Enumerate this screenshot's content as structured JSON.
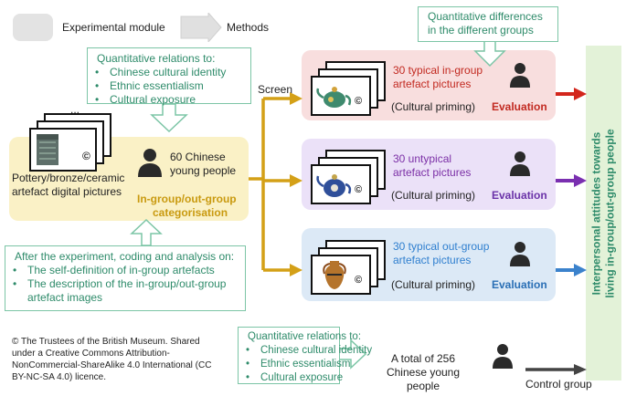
{
  "legend": {
    "module_label": "Experimental module",
    "methods_label": "Methods"
  },
  "top_box": {
    "title": "Quantitative relations to:",
    "items": [
      "Chinese cultural identity",
      "Ethnic essentialism",
      "Cultural exposure"
    ]
  },
  "diff_box": {
    "line1": "Quantitative differences",
    "line2": "in the different groups"
  },
  "left_module": {
    "ellipsis": "...",
    "pictures_label": [
      "Pottery/bronze/ceramic",
      "artefact digital pictures"
    ],
    "participants": [
      "60 Chinese",
      "young people"
    ],
    "categorisation": [
      "In-group/out-group",
      "categorisation"
    ],
    "copyright_mark": "©"
  },
  "screen_label": "Screen",
  "groups": [
    {
      "ellipsis": "...",
      "title": [
        "30 typical in-group",
        "artefact pictures"
      ],
      "priming": "(Cultural priming)",
      "evaluation": "Evaluation",
      "title_color": "#c22a21",
      "eval_color": "#c22a21",
      "arrow_color": "#d3261c"
    },
    {
      "ellipsis": "...",
      "title": [
        "30 untypical",
        "artefact pictures"
      ],
      "priming": "(Cultural priming)",
      "evaluation": "Evaluation",
      "title_color": "#7b2fa6",
      "eval_color": "#6a32a8",
      "arrow_color": "#7a2fb0"
    },
    {
      "ellipsis": "...",
      "title": [
        "30 typical out-group",
        "artefact pictures"
      ],
      "priming": "(Cultural priming)",
      "evaluation": "Evaluation",
      "title_color": "#2f7fcf",
      "eval_color": "#2a6fb5",
      "arrow_color": "#3b82cc"
    }
  ],
  "bottom_left_box": {
    "title": "After the experiment, coding and analysis on:",
    "items": [
      "The self-definition of in-group artefacts",
      "The description of the in-group/out-group",
      "artefact images"
    ]
  },
  "copyright_note": [
    "© The Trustees of the British Museum. Shared",
    "under a Creative Commons Attribution-",
    "NonCommercial-ShareAlike 4.0 International (CC",
    "BY-NC-SA 4.0) licence."
  ],
  "bottom_box": {
    "title": "Quantitative relations to:",
    "items": [
      "Chinese cultural identity",
      "Ethnic essentialism",
      "Cultural exposure"
    ]
  },
  "total": [
    "A total of 256",
    "Chinese young",
    "people"
  ],
  "control_group": "Control group",
  "right_bar": [
    "Interpersonal attitudes towards",
    "living in-group/out-group people"
  ],
  "colors": {
    "gold": "#d4a017",
    "green": "#7cc5a6",
    "green_text": "#2e8b6a"
  }
}
